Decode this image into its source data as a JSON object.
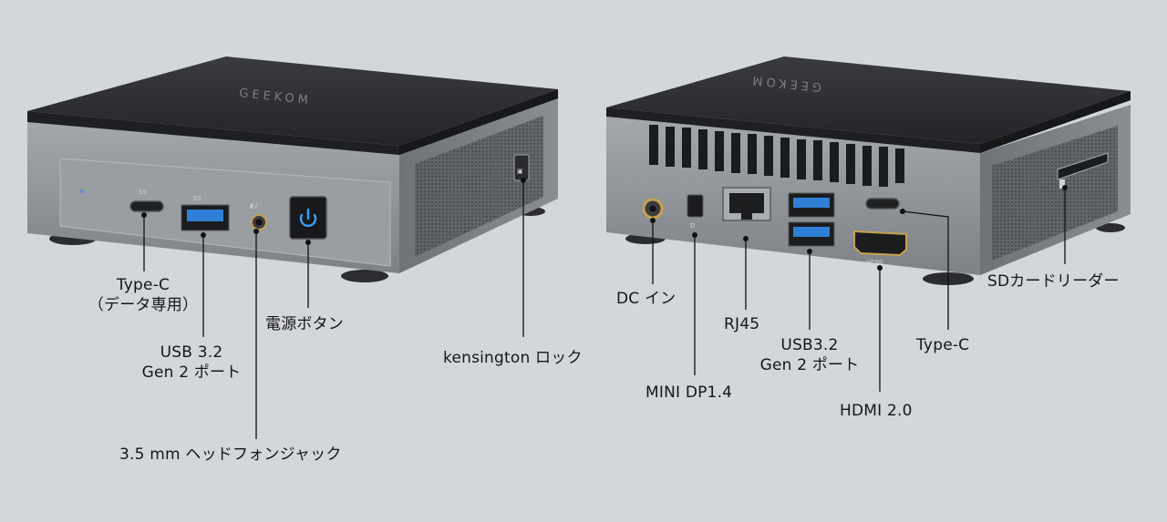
{
  "brand": "GEEKOM",
  "front_labels": {
    "type_c_line1": "Type-C",
    "type_c_line2": "（データ専用）",
    "usb_line1": "USB 3.2",
    "usb_line2": "Gen 2 ポート",
    "audio": "3.5 mm ヘッドフォンジャック",
    "power": "電源ボタン",
    "kensington": "kensington ロック"
  },
  "rear_labels": {
    "dc": "DC イン",
    "mini_dp": "MINI DP1.4",
    "rj45": "RJ45",
    "usb_line1": "USB3.2",
    "usb_line2": "Gen 2 ポート",
    "hdmi": "HDMI 2.0",
    "type_c": "Type-C",
    "sd": "SDカードリーダー"
  },
  "port_marks": {
    "hdmi_logo": "HDMI"
  },
  "colors": {
    "background": "#d3d6db",
    "lid": "#2d2e31",
    "body": "#8f9297",
    "usb_blue": "#2f7fd6",
    "power_led": "#3aa0ff"
  }
}
